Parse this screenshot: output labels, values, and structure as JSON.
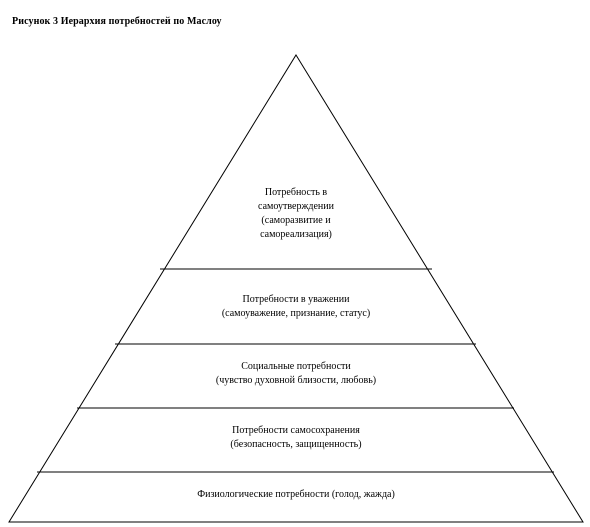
{
  "caption": "Рисунок 3 Иерархия потребностей по Маслоу",
  "levels": {
    "top": {
      "line1": "Потребность в",
      "line2": "самоутверждении",
      "line3": "(саморазвитие и",
      "line4": "самореализация)"
    },
    "level2": {
      "line1": "Потребности в уважении",
      "line2": "(самоуважение, признание, статус)"
    },
    "level3": {
      "line1": "Социальные потребности",
      "line2": "(чувство духовной близости, любовь)"
    },
    "level4": {
      "line1": "Потребности самосохранения",
      "line2": "(безопасность, защищенность)"
    },
    "base": {
      "line1": "Физиологические потребности (голод, жажда)"
    }
  },
  "colors": {
    "stroke": "#000000",
    "fill": "#ffffff"
  }
}
